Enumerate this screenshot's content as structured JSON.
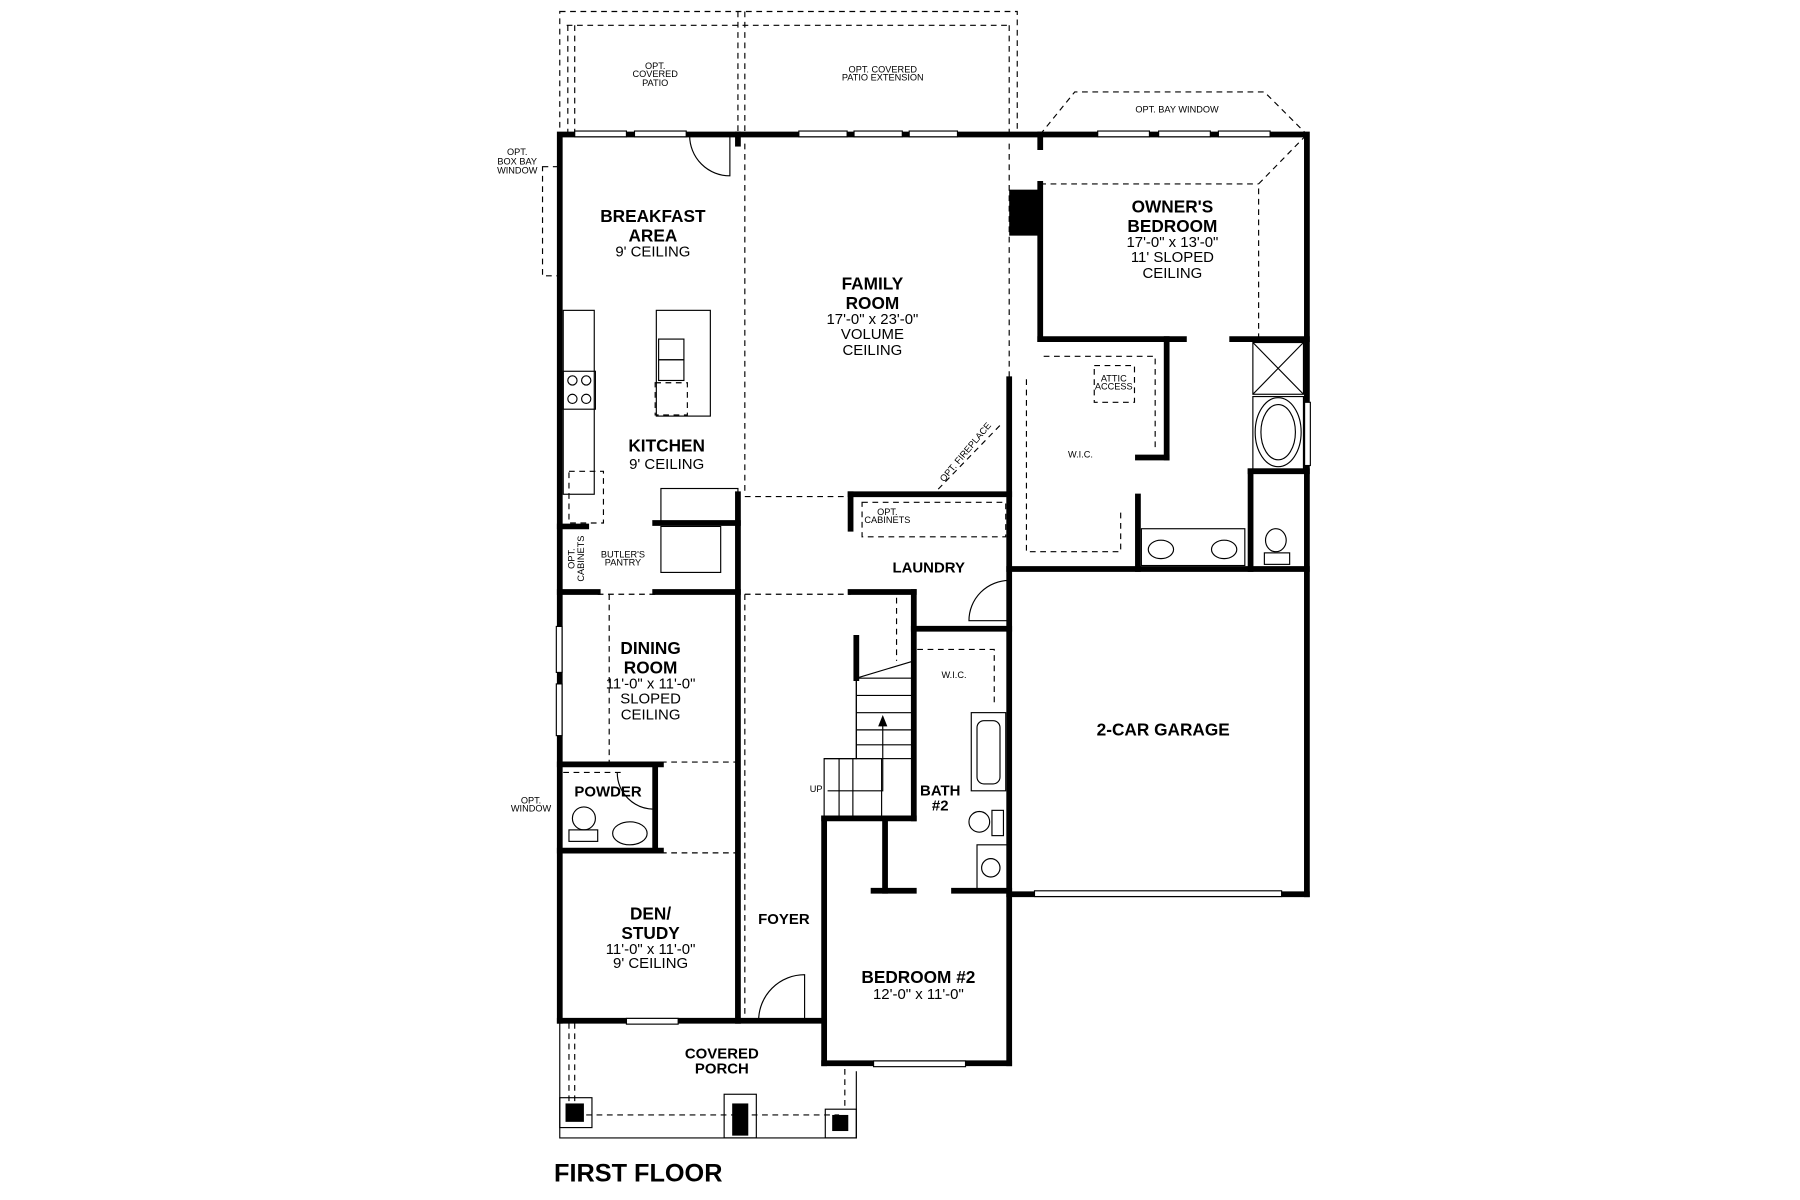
{
  "title": "FIRST FLOOR",
  "rooms": {
    "breakfast": {
      "name1": "BREAKFAST",
      "name2": "AREA",
      "ceiling": "9' CEILING"
    },
    "kitchen": {
      "name": "KITCHEN",
      "ceiling": "9' CEILING"
    },
    "family": {
      "name1": "FAMILY",
      "name2": "ROOM",
      "size": "17'-0\" x 23'-0\"",
      "ceiling1": "VOLUME",
      "ceiling2": "CEILING"
    },
    "owners": {
      "name1": "OWNER'S",
      "name2": "BEDROOM",
      "size": "17'-0\" x 13'-0\"",
      "ceiling1": "11' SLOPED",
      "ceiling2": "CEILING"
    },
    "laundry": {
      "name": "LAUNDRY"
    },
    "dining": {
      "name1": "DINING",
      "name2": "ROOM",
      "size": "11'-0\" x 11'-0\"",
      "ceiling1": "SLOPED",
      "ceiling2": "CEILING"
    },
    "powder": {
      "name": "POWDER"
    },
    "den": {
      "name1": "DEN/",
      "name2": "STUDY",
      "size": "11'-0\" x 11'-0\"",
      "ceiling": "9' CEILING"
    },
    "foyer": {
      "name": "FOYER"
    },
    "garage": {
      "name": "2-CAR GARAGE"
    },
    "bath2": {
      "name1": "BATH",
      "name2": "#2"
    },
    "bedroom2": {
      "name": "BEDROOM #2",
      "size": "12'-0\" x 11'-0\""
    },
    "porch": {
      "name1": "COVERED",
      "name2": "PORCH"
    }
  },
  "notes": {
    "patio": [
      "OPT.",
      "COVERED",
      "PATIO"
    ],
    "patio_ext": [
      "OPT. COVERED",
      "PATIO EXTENSION"
    ],
    "bay_window": "OPT. BAY WINDOW",
    "box_bay": [
      "OPT.",
      "BOX BAY",
      "WINDOW"
    ],
    "fireplace": "OPT. FIREPLACE",
    "opt_cabinets_laundry": [
      "OPT.",
      "CABINETS"
    ],
    "opt_cabinets_pantry": [
      "OPT.",
      "CABINETS"
    ],
    "butlers": [
      "BUTLER'S",
      "PANTRY"
    ],
    "attic": [
      "ATTIC",
      "ACCESS"
    ],
    "wic_owner": "W.I.C.",
    "wic_bath2": "W.I.C.",
    "opt_window": [
      "OPT.",
      "WINDOW"
    ],
    "stairs_up": "UP"
  }
}
